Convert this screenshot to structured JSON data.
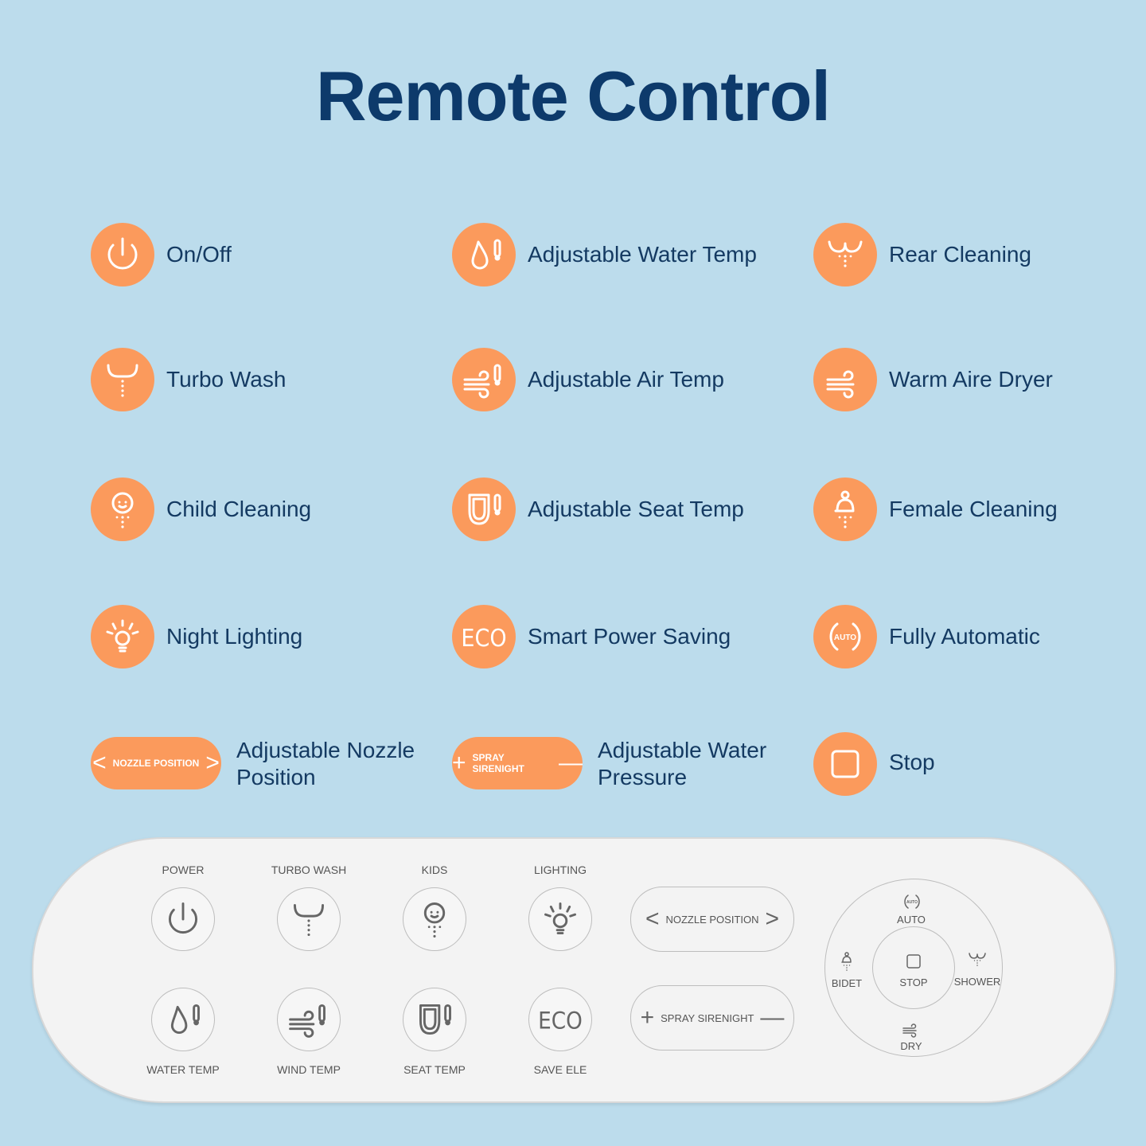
{
  "title": "Remote Control",
  "colors": {
    "background": "#bcdcec",
    "accent": "#fb9a5c",
    "title": "#0d3a6b",
    "text": "#143a62",
    "panel": "#f3f3f3"
  },
  "features": [
    {
      "label": "On/Off",
      "icon": "power"
    },
    {
      "label": "Adjustable Water Temp",
      "icon": "water-temp"
    },
    {
      "label": "Rear Cleaning",
      "icon": "rear-cleaning"
    },
    {
      "label": "Turbo Wash",
      "icon": "turbo-wash"
    },
    {
      "label": "Adjustable Air Temp",
      "icon": "air-temp"
    },
    {
      "label": "Warm Aire Dryer",
      "icon": "dryer"
    },
    {
      "label": "Child Cleaning",
      "icon": "child"
    },
    {
      "label": "Adjustable Seat Temp",
      "icon": "seat-temp"
    },
    {
      "label": "Female Cleaning",
      "icon": "female"
    },
    {
      "label": "Night Lighting",
      "icon": "light"
    },
    {
      "label": "Smart Power Saving",
      "icon": "eco"
    },
    {
      "label": "Fully Automatic",
      "icon": "auto"
    }
  ],
  "bottom_features": {
    "nozzle": {
      "pill_text": "NOZZLE POSITION",
      "left": "<",
      "right": ">",
      "label_line1": "Adjustable Nozzle",
      "label_line2": "Position"
    },
    "pressure": {
      "pill_text": "SPRAY SIRENIGHT",
      "left": "+",
      "right": "—",
      "label_line1": "Adjustable Water",
      "label_line2": "Pressure"
    },
    "stop": {
      "label": "Stop",
      "icon": "stop"
    }
  },
  "icon_text": {
    "eco": "ECO",
    "auto": "AUTO"
  },
  "remote": {
    "buttons_top": [
      {
        "label": "POWER",
        "icon": "power"
      },
      {
        "label": "TURBO WASH",
        "icon": "turbo-wash"
      },
      {
        "label": "KIDS",
        "icon": "child"
      },
      {
        "label": "LIGHTING",
        "icon": "light"
      }
    ],
    "buttons_bottom": [
      {
        "label": "WATER TEMP",
        "icon": "water-temp"
      },
      {
        "label": "WIND TEMP",
        "icon": "air-temp"
      },
      {
        "label": "SEAT TEMP",
        "icon": "seat-temp"
      },
      {
        "label": "SAVE ELE",
        "icon": "eco"
      }
    ],
    "nozzle_pill": {
      "text": "NOZZLE POSITION",
      "left": "<",
      "right": ">"
    },
    "spray_pill": {
      "text": "SPRAY SIRENIGHT",
      "left": "+",
      "right": "—"
    },
    "dial": {
      "auto": "AUTO",
      "bidet": "BIDET",
      "stop": "STOP",
      "shower": "SHOWER",
      "dry": "DRY"
    }
  }
}
